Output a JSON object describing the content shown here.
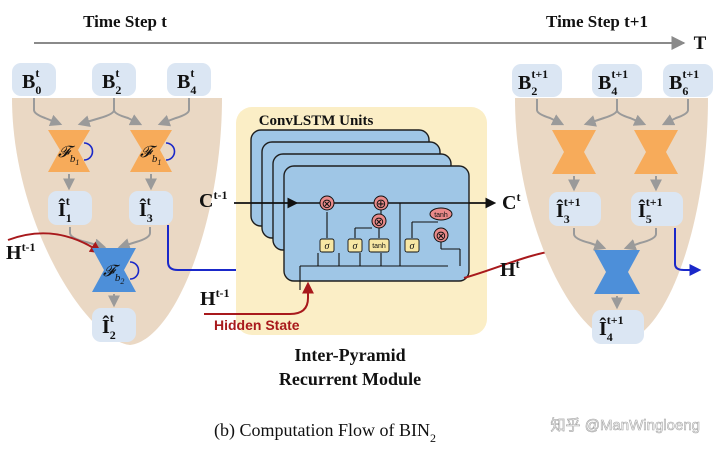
{
  "timeline": {
    "left_label": "Time Step t",
    "right_label": "Time Step t+1",
    "axis_label": "T"
  },
  "left_pyramid": {
    "inputs": [
      {
        "base": "B",
        "sub": "0",
        "sup": "t"
      },
      {
        "base": "B",
        "sub": "2",
        "sup": "t"
      },
      {
        "base": "B",
        "sub": "4",
        "sup": "t"
      }
    ],
    "filters": [
      {
        "base": "𝓕",
        "sub": "b",
        "subsub": "1"
      },
      {
        "base": "𝓕",
        "sub": "b",
        "subsub": "1"
      },
      {
        "base": "𝓕",
        "sub": "b",
        "subsub": "2"
      }
    ],
    "frames": [
      {
        "base": "Î",
        "sub": "1",
        "sup": "t"
      },
      {
        "base": "Î",
        "sub": "3",
        "sup": "t"
      },
      {
        "base": "Î",
        "sub": "2",
        "sup": "t"
      }
    ],
    "hidden_in": {
      "base": "H",
      "sup": "t-1"
    }
  },
  "module": {
    "units_label": "ConvLSTM Units",
    "c_in": {
      "base": "C",
      "sup": "t-1"
    },
    "c_out": {
      "base": "C",
      "sup": "t"
    },
    "h_in": {
      "base": "H",
      "sup": "t-1"
    },
    "h_out": {
      "base": "H",
      "sup": "t"
    },
    "hidden_state_label": "Hidden State",
    "title_line1": "Inter-Pyramid",
    "title_line2": "Recurrent Module",
    "gates": [
      "σ",
      "σ",
      "tanh",
      "σ"
    ],
    "tanh_label": "tanh",
    "ops": [
      "⊗",
      "⊕",
      "⊗",
      "⊗"
    ]
  },
  "right_pyramid": {
    "inputs": [
      {
        "base": "B",
        "sub": "2",
        "sup": "t+1"
      },
      {
        "base": "B",
        "sub": "4",
        "sup": "t+1"
      },
      {
        "base": "B",
        "sub": "6",
        "sup": "t+1"
      }
    ],
    "frames": [
      {
        "base": "Î",
        "sub": "3",
        "sup": "t+1"
      },
      {
        "base": "Î",
        "sub": "5",
        "sup": "t+1"
      },
      {
        "base": "Î",
        "sub": "4",
        "sup": "t+1"
      }
    ]
  },
  "caption": {
    "text": "(b) Computation Flow of BIN",
    "sub": "2"
  },
  "watermark": "知乎 @ManWingloeng",
  "colors": {
    "pyramid_fill": "#ead8c4",
    "module_bg": "#fbeec6",
    "unit_fill": "#9fc6e6",
    "unit_stroke": "#1f1f1f",
    "orange_filter": "#f7ab5a",
    "blue_filter": "#4d8fd9",
    "node_fill": "#dbe6f3",
    "red_arrow": "#a8191c",
    "blue_arrow": "#1a28c9",
    "gray_arrow": "#9a9a9a",
    "gate_fill": "#f7e7a4",
    "op_fill": "#e98a8a"
  }
}
